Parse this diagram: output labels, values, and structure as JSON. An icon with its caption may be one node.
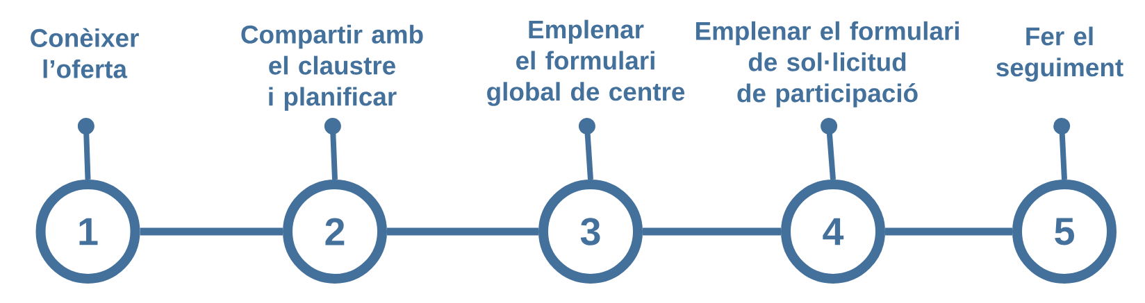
{
  "diagram": {
    "nodes": [
      {
        "text": [
          "Conèixer l’oferta"
        ]
      },
      {
        "text": [
          "Compartir amb el claustre i planificar"
        ]
      },
      {
        "text": [
          "Emplenar el formulari global de centre"
        ]
      },
      {
        "text": [
          "Emplenar el formulari de sol·licitud de participació"
        ]
      },
      {
        "text": [
          "Fer el seguiment"
        ]
      },
      {
        "text": [
          "1"
        ]
      },
      {
        "text": [
          "2"
        ]
      },
      {
        "text": [
          "3"
        ]
      },
      {
        "text": [
          "4"
        ]
      },
      {
        "text": [
          "5"
        ]
      }
    ],
    "edges": [
      {
        "from": 0,
        "to": 5,
        "arrow": "other"
      },
      {
        "from": 1,
        "to": 6,
        "arrow": "other"
      },
      {
        "from": 2,
        "to": 7,
        "arrow": "other"
      },
      {
        "from": 3,
        "to": 8,
        "arrow": "other"
      },
      {
        "from": 4,
        "to": 9,
        "arrow": "other"
      },
      {
        "from": 5,
        "to": 6,
        "arrow": "none"
      },
      {
        "from": 6,
        "to": 7,
        "arrow": "none"
      },
      {
        "from": 7,
        "to": 8,
        "arrow": "none"
      },
      {
        "from": 8,
        "to": 9,
        "arrow": "none"
      }
    ]
  }
}
